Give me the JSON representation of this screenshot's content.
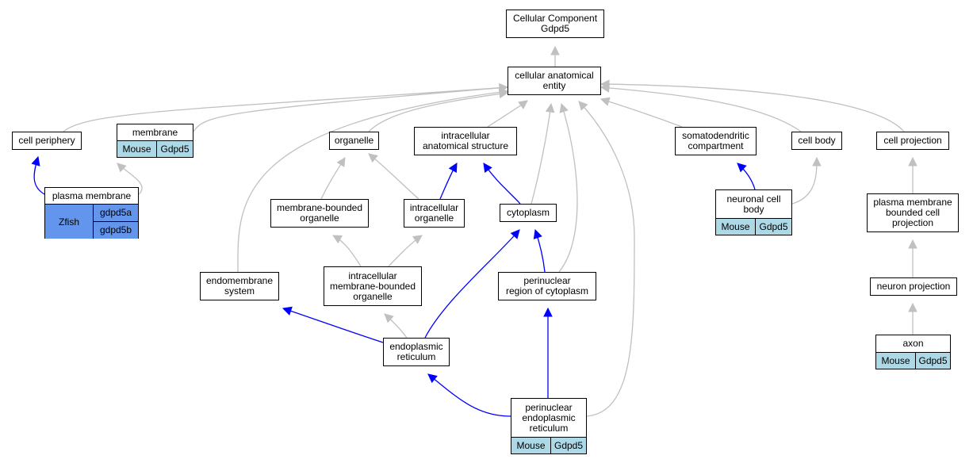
{
  "diagram": {
    "colors": {
      "is_a_edge": "#c0c0c0",
      "part_of_edge": "#0000ff",
      "mouse_cell": "#add8e6",
      "zfish_cell": "#6495ed"
    },
    "nodes": {
      "root": {
        "label": "Cellular Component\nGdpd5"
      },
      "cae": {
        "label": "cellular anatomical\nentity"
      },
      "cellPeriphery": {
        "label": "cell periphery"
      },
      "membrane": {
        "label": "membrane",
        "species": "Mouse",
        "gene": "Gdpd5"
      },
      "plasmaMembrane": {
        "label": "plasma membrane",
        "species": "Zfish",
        "genes": [
          "gdpd5a",
          "gdpd5b"
        ]
      },
      "organelle": {
        "label": "organelle"
      },
      "ias": {
        "label": "intracellular\nanatomical structure"
      },
      "somato": {
        "label": "somatodendritic\ncompartment"
      },
      "cellBody": {
        "label": "cell body"
      },
      "cellProjection": {
        "label": "cell projection"
      },
      "mbo": {
        "label": "membrane-bounded\norganelle"
      },
      "io": {
        "label": "intracellular\norganelle"
      },
      "cytoplasm": {
        "label": "cytoplasm"
      },
      "ncb": {
        "label": "neuronal cell\nbody",
        "species": "Mouse",
        "gene": "Gdpd5"
      },
      "pmbcp": {
        "label": "plasma membrane\nbounded cell\nprojection"
      },
      "endomembrane": {
        "label": "endomembrane\nsystem"
      },
      "imbo": {
        "label": "intracellular\nmembrane-bounded\norganelle"
      },
      "prc": {
        "label": "perinuclear\nregion of cytoplasm"
      },
      "neuronProjection": {
        "label": "neuron projection"
      },
      "er": {
        "label": "endoplasmic\nreticulum"
      },
      "axon": {
        "label": "axon",
        "species": "Mouse",
        "gene": "Gdpd5"
      },
      "per": {
        "label": "perinuclear\nendoplasmic\nreticulum",
        "species": "Mouse",
        "gene": "Gdpd5"
      }
    },
    "edges": [
      {
        "from": "cae",
        "to": "root",
        "type": "is_a"
      },
      {
        "from": "cellPeriphery",
        "to": "cae",
        "type": "is_a"
      },
      {
        "from": "membrane",
        "to": "cae",
        "type": "is_a"
      },
      {
        "from": "endomembrane",
        "to": "cae",
        "type": "is_a"
      },
      {
        "from": "organelle",
        "to": "cae",
        "type": "is_a"
      },
      {
        "from": "ias",
        "to": "cae",
        "type": "is_a"
      },
      {
        "from": "cytoplasm",
        "to": "cae",
        "type": "is_a"
      },
      {
        "from": "prc",
        "to": "cae",
        "type": "is_a"
      },
      {
        "from": "per",
        "to": "cae",
        "type": "is_a"
      },
      {
        "from": "somato",
        "to": "cae",
        "type": "is_a"
      },
      {
        "from": "cellBody",
        "to": "cae",
        "type": "is_a"
      },
      {
        "from": "cellProjection",
        "to": "cae",
        "type": "is_a"
      },
      {
        "from": "plasmaMembrane",
        "to": "cellPeriphery",
        "type": "part_of"
      },
      {
        "from": "plasmaMembrane",
        "to": "membrane",
        "type": "is_a"
      },
      {
        "from": "mbo",
        "to": "organelle",
        "type": "is_a"
      },
      {
        "from": "io",
        "to": "organelle",
        "type": "is_a"
      },
      {
        "from": "io",
        "to": "ias",
        "type": "part_of"
      },
      {
        "from": "cytoplasm",
        "to": "ias",
        "type": "part_of"
      },
      {
        "from": "ncb",
        "to": "somato",
        "type": "part_of"
      },
      {
        "from": "ncb",
        "to": "cellBody",
        "type": "is_a"
      },
      {
        "from": "pmbcp",
        "to": "cellProjection",
        "type": "is_a"
      },
      {
        "from": "imbo",
        "to": "mbo",
        "type": "is_a"
      },
      {
        "from": "imbo",
        "to": "io",
        "type": "is_a"
      },
      {
        "from": "prc",
        "to": "cytoplasm",
        "type": "part_of"
      },
      {
        "from": "er",
        "to": "imbo",
        "type": "is_a"
      },
      {
        "from": "er",
        "to": "endomembrane",
        "type": "part_of"
      },
      {
        "from": "er",
        "to": "cytoplasm",
        "type": "part_of"
      },
      {
        "from": "neuronProjection",
        "to": "pmbcp",
        "type": "is_a"
      },
      {
        "from": "axon",
        "to": "neuronProjection",
        "type": "is_a"
      },
      {
        "from": "per",
        "to": "er",
        "type": "part_of"
      },
      {
        "from": "per",
        "to": "prc",
        "type": "part_of"
      }
    ]
  }
}
